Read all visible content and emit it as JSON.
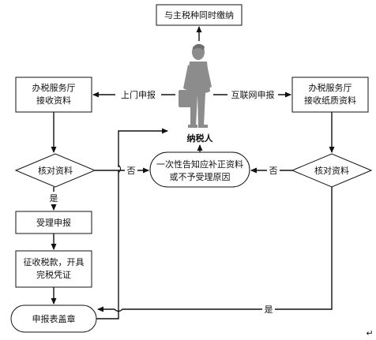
{
  "diagram": {
    "nodes": {
      "pay_together": "与主税种同时缴纳",
      "hall_onsite": [
        "办税服务厅",
        "接收资料"
      ],
      "hall_paper": [
        "办税服务厅",
        "接收纸质资料"
      ],
      "taxpayer": "纳税人",
      "verify_left": "核对资料",
      "verify_right": "核对资料",
      "notify": [
        "一次性告知应补正资料",
        "或不予受理原因"
      ],
      "accept": "受理申报",
      "collect": [
        "征收税款，开具",
        "完税凭证"
      ],
      "stamp": "申报表盖章"
    },
    "edges": {
      "onsite": "上门申报",
      "internet": "互联网申报",
      "no_left": "否",
      "no_right": "否",
      "yes_left": "是",
      "yes_bottom": "是"
    },
    "corner_mark": "↵"
  }
}
